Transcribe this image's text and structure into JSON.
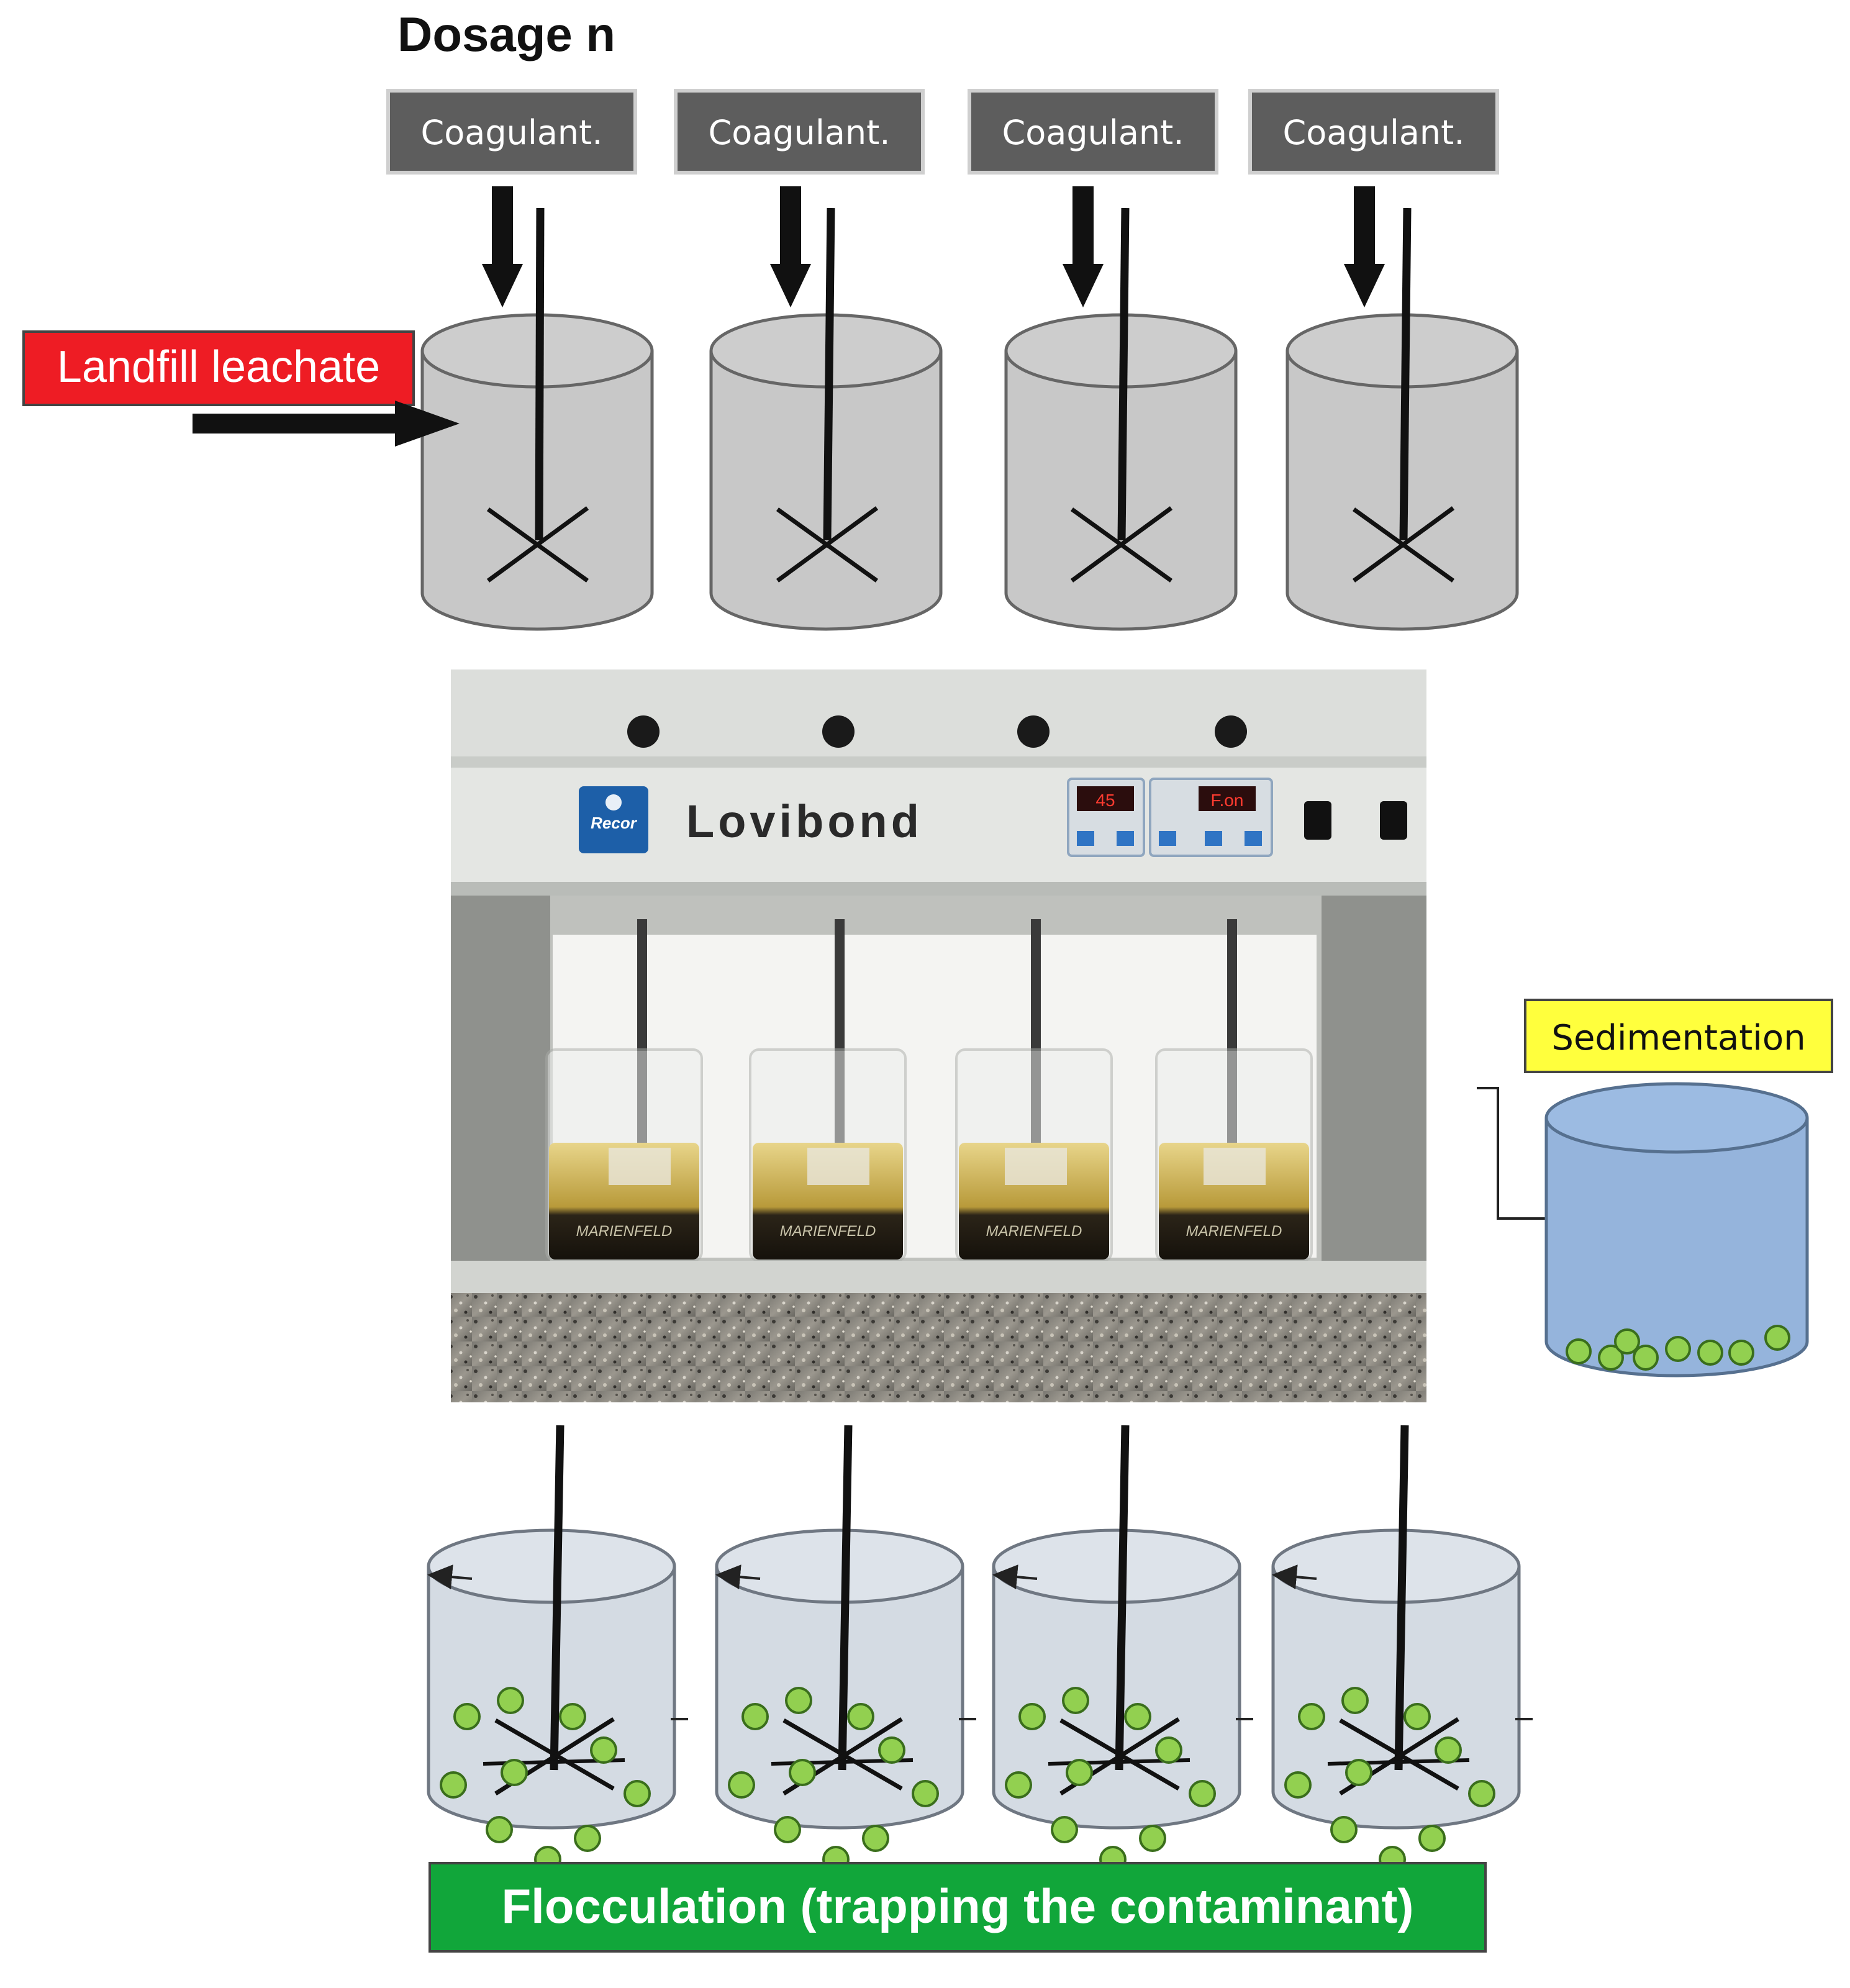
{
  "dosage_title": "Dosage n",
  "coagulant_labels": [
    "Coagulant.",
    "Coagulant.",
    "Coagulant.",
    "Coagulant."
  ],
  "landfill_label": "Landfill leachate",
  "sedimentation_label": "Sedimentation",
  "flocculation_label": "Flocculation (trapping the contaminant)",
  "photo": {
    "brand": "Lovibond",
    "logo_text": "Recor",
    "display_left": "45",
    "display_right": "F.on",
    "beaker_text": "MARIENFELD"
  },
  "colors": {
    "coagulant_box": "#5d5d5d",
    "landfill_box": "#ee1c24",
    "sedimentation_box": "#ffff3d",
    "flocculation_box": "#11a63a",
    "top_cylinder_fill": "#c8c8c8",
    "bottom_cylinder_fill": "#d4dbe3",
    "sediment_cylinder_fill": "#95b4dc",
    "floc_particle": "#92d050"
  }
}
